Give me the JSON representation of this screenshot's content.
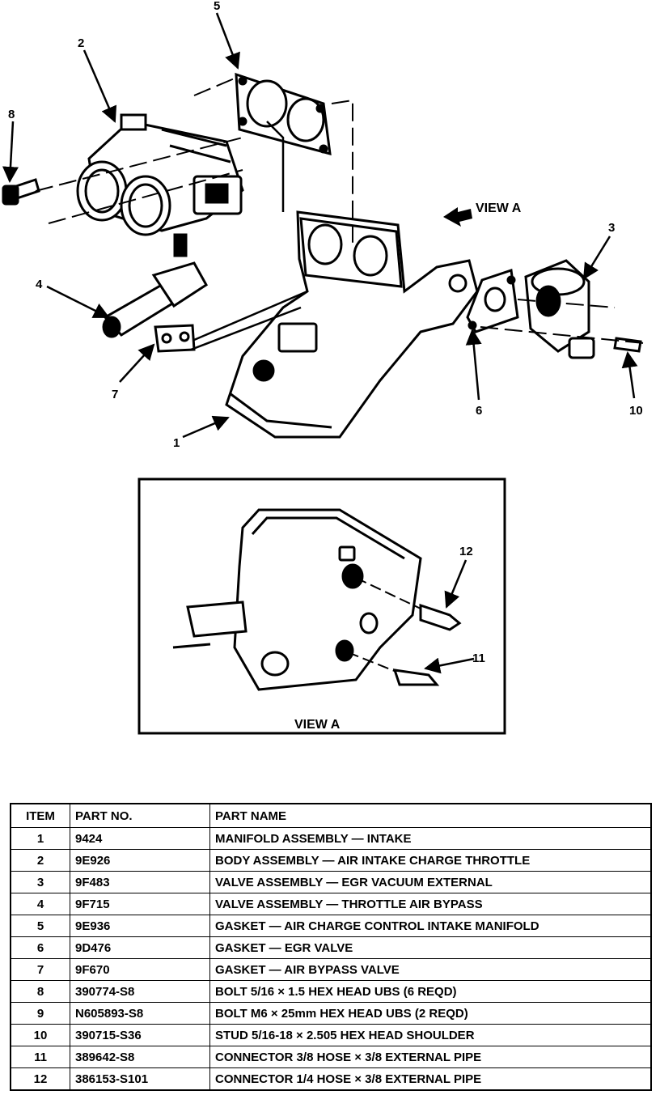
{
  "diagram": {
    "callouts": [
      "1",
      "2",
      "3",
      "4",
      "5",
      "6",
      "7",
      "8",
      "10",
      "11",
      "12"
    ],
    "view_a_arrow_label": "VIEW A",
    "inset_caption": "VIEW A"
  },
  "parts_table": {
    "headers": {
      "item": "ITEM",
      "part_no": "PART NO.",
      "part_name": "PART NAME"
    },
    "rows": [
      {
        "item": "1",
        "part_no": "9424",
        "part_name": "MANIFOLD ASSEMBLY — INTAKE"
      },
      {
        "item": "2",
        "part_no": "9E926",
        "part_name": "BODY ASSEMBLY — AIR INTAKE CHARGE THROTTLE"
      },
      {
        "item": "3",
        "part_no": "9F483",
        "part_name": "VALVE ASSEMBLY — EGR VACUUM EXTERNAL"
      },
      {
        "item": "4",
        "part_no": "9F715",
        "part_name": "VALVE ASSEMBLY — THROTTLE AIR BYPASS"
      },
      {
        "item": "5",
        "part_no": "9E936",
        "part_name": "GASKET — AIR CHARGE CONTROL INTAKE MANIFOLD"
      },
      {
        "item": "6",
        "part_no": "9D476",
        "part_name": "GASKET — EGR VALVE"
      },
      {
        "item": "7",
        "part_no": "9F670",
        "part_name": "GASKET — AIR BYPASS VALVE"
      },
      {
        "item": "8",
        "part_no": "390774-S8",
        "part_name": "BOLT 5/16 × 1.5 HEX HEAD UBS (6 REQD)"
      },
      {
        "item": "9",
        "part_no": "N605893-S8",
        "part_name": "BOLT M6 × 25mm HEX HEAD UBS (2 REQD)"
      },
      {
        "item": "10",
        "part_no": "390715-S36",
        "part_name": "STUD 5/16-18 × 2.505 HEX HEAD SHOULDER"
      },
      {
        "item": "11",
        "part_no": "389642-S8",
        "part_name": "CONNECTOR 3/8 HOSE × 3/8 EXTERNAL PIPE"
      },
      {
        "item": "12",
        "part_no": "386153-S101",
        "part_name": "CONNECTOR 1/4 HOSE × 3/8 EXTERNAL PIPE"
      }
    ]
  }
}
